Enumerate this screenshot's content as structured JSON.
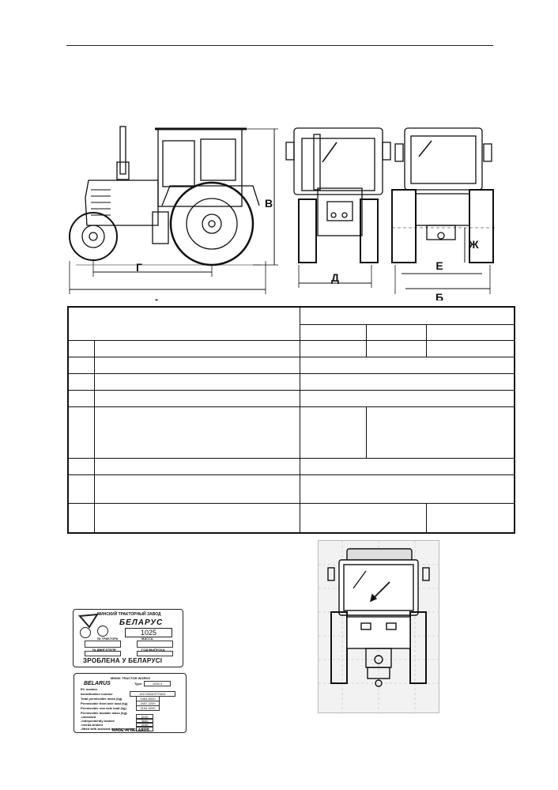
{
  "figure": {
    "dimension_labels": [
      "А",
      "Б",
      "В",
      "Г",
      "Д",
      "Е",
      "Ж"
    ]
  },
  "plate_ru": {
    "header": "МИНСКИЙ ТРАКТОРНЫЙ ЗАВОД",
    "brand": "БЕЛАРУС",
    "model": "1025",
    "tractor_no_label": "№ ТРАКТОРА",
    "mass_label": "МАССА",
    "engine_no_label": "№ ДВИГАТЕЛЯ",
    "year_label": "ГОД ВЫПУСКА",
    "footer": "ЗРОБЛЕНА У БЕЛАРУСІ"
  },
  "plate_en": {
    "header": "MINSK TRACTOR WORKS",
    "brand": "BELARUS",
    "type_label": "Type:",
    "type_value": "1025.3",
    "ec_number_label": "EC number",
    "identification_label": "Identification number",
    "identification_value": "e11*2003/37*0024",
    "total_mass_label": "Total permissible mass (kg)",
    "total_mass_value": "5484-8000",
    "front_axle_label": "Permissible front axle load (kg)",
    "front_axle_value": "2657-3200",
    "rear_axle_label": "Permissible rear axle load (kg)",
    "rear_axle_value": "3154-5200",
    "towable_label": "Permissible towable mass (kg):",
    "unbraked_label": "-unbraked",
    "unbraked_value": "3190",
    "independently_label": "-independently braked",
    "independently_value": "3690",
    "inertia_label": "-inertia-braked",
    "inertia_value": "3190",
    "assisted_label": "-fitted with assisted braking system",
    "assisted_value": "15000",
    "footer": "MADE IN BELARUS"
  }
}
